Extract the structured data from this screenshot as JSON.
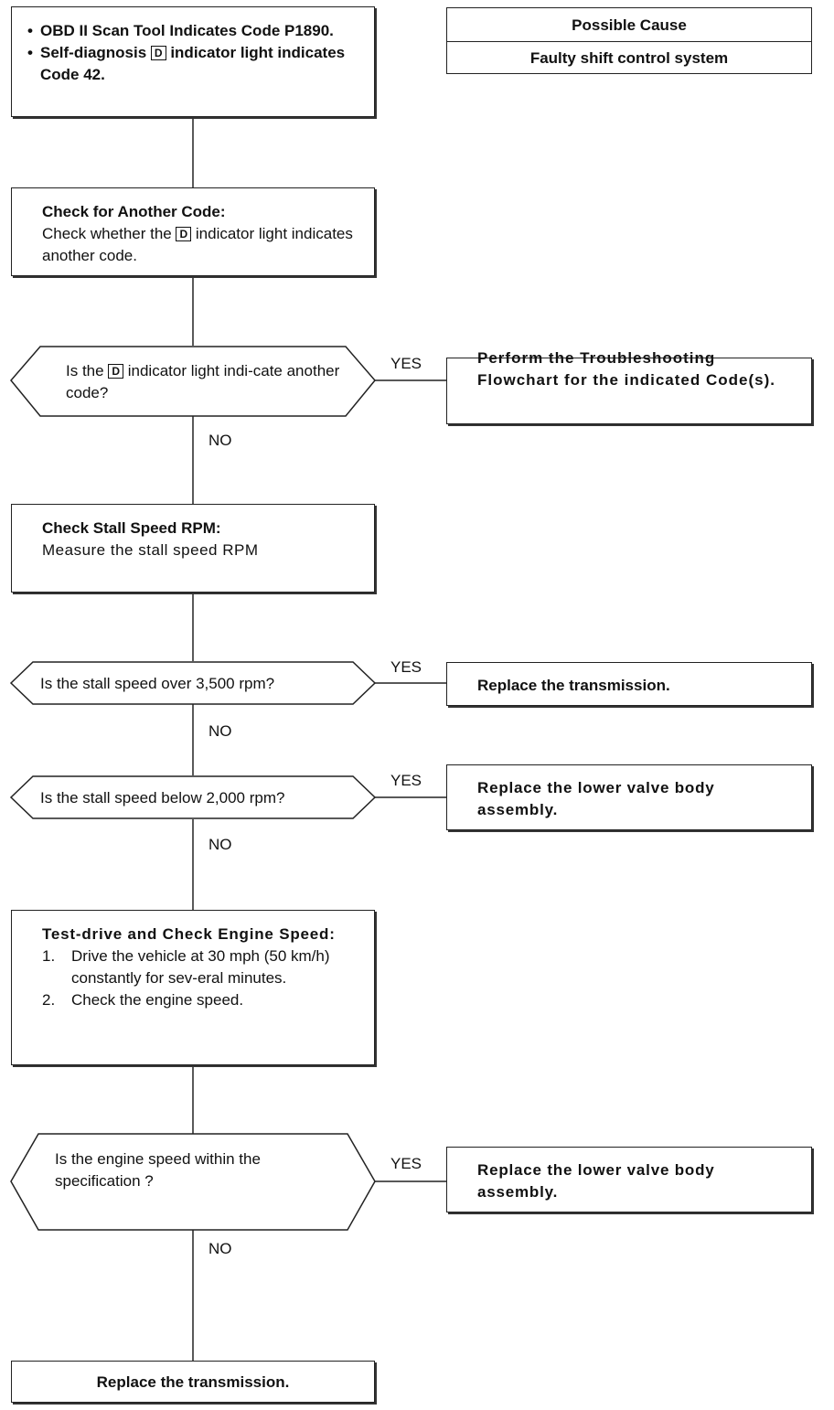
{
  "start_box": {
    "bullet_1": "OBD II Scan Tool Indicates Code P1890.",
    "bullet_2_pre": "Self-diagnosis",
    "d_symbol": "D",
    "bullet_2_post": "indicator light indicates Code 42."
  },
  "possible_cause": {
    "header": "Possible Cause",
    "value": "Faulty shift control system"
  },
  "check_code": {
    "title": "Check for Another Code:",
    "text_pre": "Check whether the",
    "text_post": "indicator light indicates another code."
  },
  "decision_1": {
    "pre": "Is the",
    "post": "indicator light indi-cate another code?",
    "yes": "YES",
    "no": "NO",
    "yes_action": "Perform the Troubleshooting Flowchart for the indicated Code(s)."
  },
  "stall_check": {
    "title": "Check Stall Speed RPM:",
    "text": "Measure the stall speed RPM"
  },
  "decision_2": {
    "text": "Is the stall speed over 3,500 rpm?",
    "yes": "YES",
    "no": "NO",
    "yes_action": "Replace the transmission."
  },
  "decision_3": {
    "text": "Is the stall speed below 2,000 rpm?",
    "yes": "YES",
    "no": "NO",
    "yes_action": "Replace the lower valve body assembly."
  },
  "test_drive": {
    "title": "Test-drive and Check Engine Speed:",
    "steps": [
      {
        "num": "1.",
        "text": "Drive the vehicle at 30 mph (50 km/h) constantly for sev-eral minutes."
      },
      {
        "num": "2.",
        "text": "Check the engine speed."
      }
    ]
  },
  "decision_4": {
    "text": "Is the engine speed within the specification ?",
    "yes": "YES",
    "no": "NO",
    "yes_action": "Replace the lower valve body assembly."
  },
  "final_box": {
    "text": "Replace the transmission."
  }
}
